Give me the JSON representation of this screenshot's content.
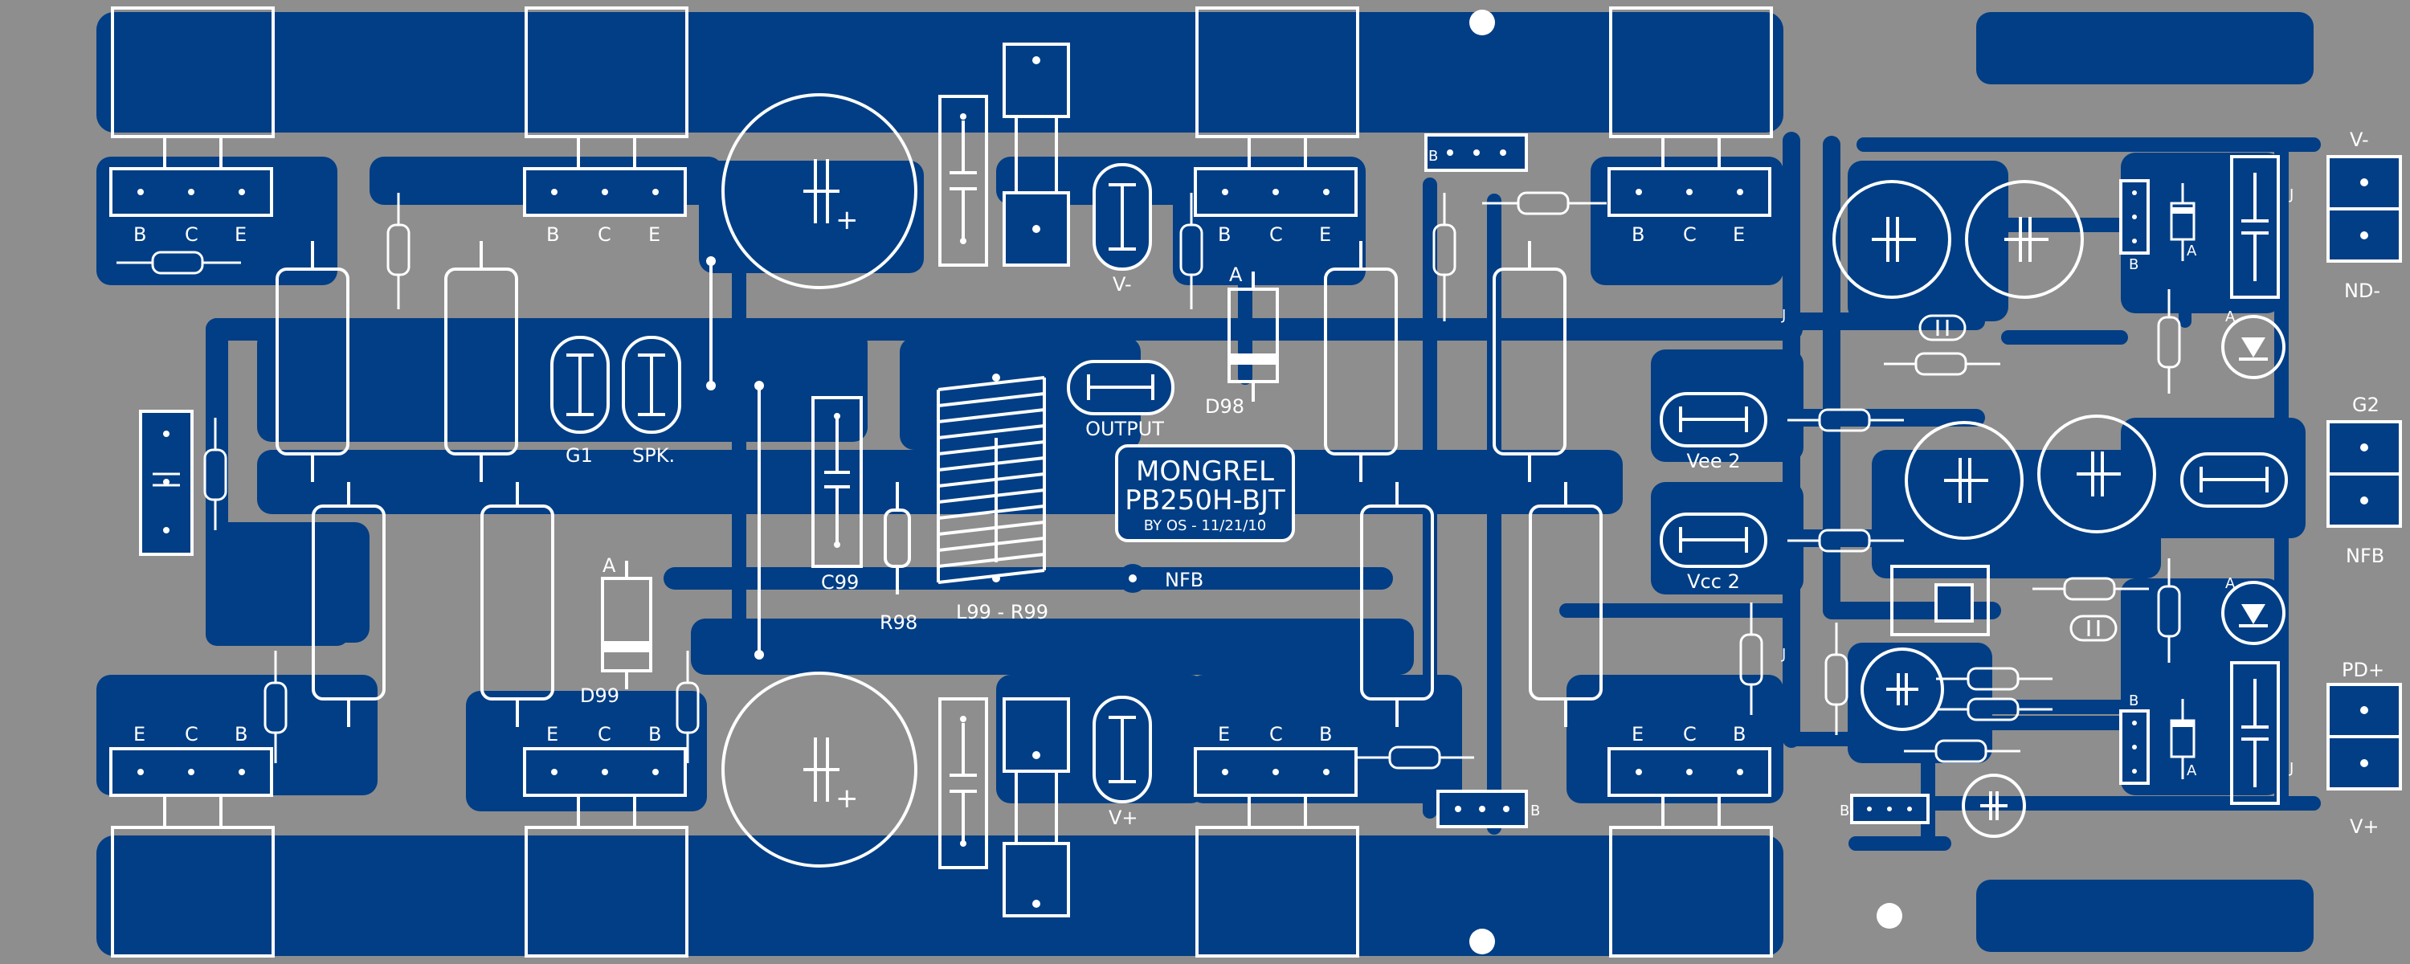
{
  "board": {
    "background": "#8e8e8e",
    "copper_color": "#013e85",
    "silkscreen_color": "#ffffff"
  },
  "title_block": {
    "line1": "MONGREL",
    "line2": "PB250H-BJT",
    "line3": "BY OS - 11/21/10"
  },
  "pins": {
    "b": "B",
    "c": "C",
    "e": "E",
    "a": "A",
    "j": "J"
  },
  "labels": {
    "g1": "G1",
    "spk": "SPK.",
    "output": "OUTPUT",
    "d98": "D98",
    "d99": "D99",
    "c99": "C99",
    "r98": "R98",
    "l99_r99": "L99 - R99",
    "nfb_center": "NFB",
    "v_minus_center": "V-",
    "v_plus_center": "V+",
    "vee2": "Vee 2",
    "vcc2": "Vcc 2",
    "conn_v_minus": "V-",
    "conn_gnd_minus": "ND-",
    "conn_g2": "G2",
    "conn_nfb": "NFB",
    "conn_pd_plus": "PD+",
    "conn_v_plus": "V+",
    "plus": "+"
  }
}
